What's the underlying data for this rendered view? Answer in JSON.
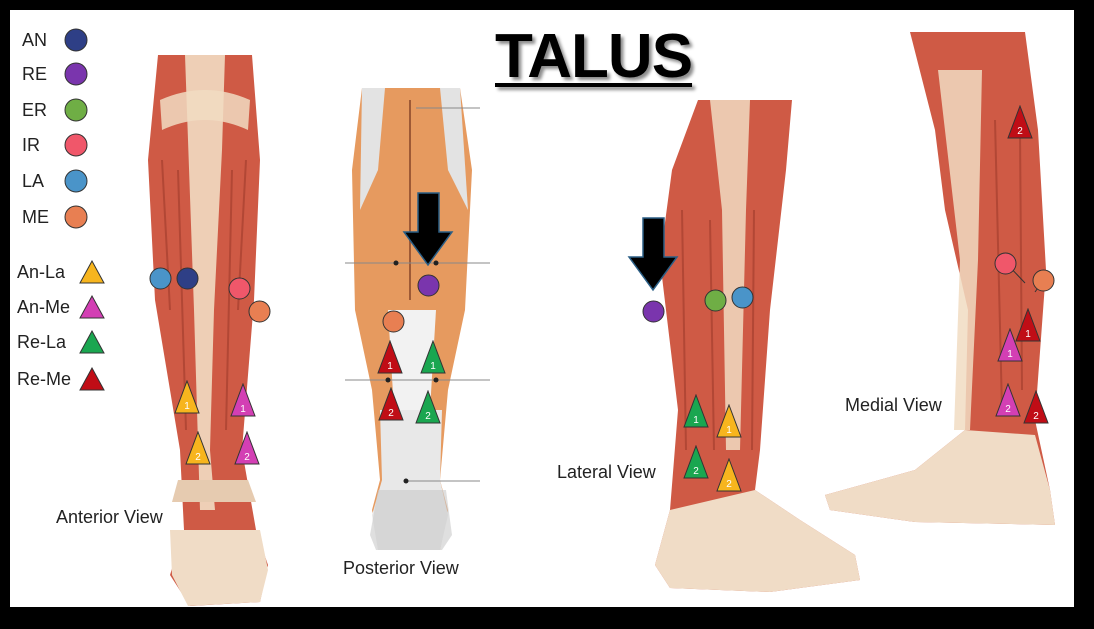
{
  "title": "TALUS",
  "colors": {
    "AN": "#2e3f86",
    "RE": "#7a35ad",
    "ER": "#6fae45",
    "IR": "#f0576a",
    "LA": "#4a94c9",
    "ME": "#e87f52",
    "An-La": "#f7b51e",
    "An-Me": "#d33fb4",
    "Re-La": "#1aa650",
    "Re-Me": "#c00d16",
    "muscle": "#cf5a45",
    "tendon": "#f1dcc2",
    "bone": "#eee6dc",
    "arrow": "#000000"
  },
  "legend": {
    "circles": [
      {
        "code": "AN",
        "label": "AN"
      },
      {
        "code": "RE",
        "label": "RE"
      },
      {
        "code": "ER",
        "label": "ER"
      },
      {
        "code": "IR",
        "label": "IR"
      },
      {
        "code": "LA",
        "label": "LA"
      },
      {
        "code": "ME",
        "label": "ME"
      }
    ],
    "triangles": [
      {
        "code": "An-La",
        "label": "An-La"
      },
      {
        "code": "An-Me",
        "label": "An-Me"
      },
      {
        "code": "Re-La",
        "label": "Re-La"
      },
      {
        "code": "Re-Me",
        "label": "Re-Me"
      }
    ]
  },
  "views": {
    "anterior": {
      "label": "Anterior View"
    },
    "posterior": {
      "label": "Posterior View"
    },
    "lateral": {
      "label": "Lateral View"
    },
    "medial": {
      "label": "Medial View"
    }
  },
  "markers": [
    {
      "view": "anterior",
      "shape": "circle",
      "code": "LA"
    },
    {
      "view": "anterior",
      "shape": "circle",
      "code": "AN"
    },
    {
      "view": "anterior",
      "shape": "circle",
      "code": "IR"
    },
    {
      "view": "anterior",
      "shape": "circle",
      "code": "ME"
    },
    {
      "view": "anterior",
      "shape": "triangle",
      "code": "An-La",
      "number": "1"
    },
    {
      "view": "anterior",
      "shape": "triangle",
      "code": "An-Me",
      "number": "1"
    },
    {
      "view": "anterior",
      "shape": "triangle",
      "code": "An-La",
      "number": "2"
    },
    {
      "view": "anterior",
      "shape": "triangle",
      "code": "An-Me",
      "number": "2"
    },
    {
      "view": "posterior",
      "shape": "circle",
      "code": "RE"
    },
    {
      "view": "posterior",
      "shape": "circle",
      "code": "ME"
    },
    {
      "view": "posterior",
      "shape": "triangle",
      "code": "Re-Me",
      "number": "1"
    },
    {
      "view": "posterior",
      "shape": "triangle",
      "code": "Re-La",
      "number": "1"
    },
    {
      "view": "posterior",
      "shape": "triangle",
      "code": "Re-Me",
      "number": "2"
    },
    {
      "view": "posterior",
      "shape": "triangle",
      "code": "Re-La",
      "number": "2"
    },
    {
      "view": "lateral",
      "shape": "circle",
      "code": "RE"
    },
    {
      "view": "lateral",
      "shape": "circle",
      "code": "ER"
    },
    {
      "view": "lateral",
      "shape": "circle",
      "code": "LA"
    },
    {
      "view": "lateral",
      "shape": "triangle",
      "code": "Re-La",
      "number": "1"
    },
    {
      "view": "lateral",
      "shape": "triangle",
      "code": "An-La",
      "number": "1"
    },
    {
      "view": "lateral",
      "shape": "triangle",
      "code": "Re-La",
      "number": "2"
    },
    {
      "view": "lateral",
      "shape": "triangle",
      "code": "An-La",
      "number": "2"
    },
    {
      "view": "medial",
      "shape": "triangle",
      "code": "Re-Me",
      "number": "2"
    },
    {
      "view": "medial",
      "shape": "circle",
      "code": "IR"
    },
    {
      "view": "medial",
      "shape": "circle",
      "code": "ME"
    },
    {
      "view": "medial",
      "shape": "triangle",
      "code": "Re-Me",
      "number": "1"
    },
    {
      "view": "medial",
      "shape": "triangle",
      "code": "An-Me",
      "number": "1"
    },
    {
      "view": "medial",
      "shape": "triangle",
      "code": "An-Me",
      "number": "2"
    },
    {
      "view": "medial",
      "shape": "triangle",
      "code": "Re-Me",
      "number": "2"
    }
  ]
}
